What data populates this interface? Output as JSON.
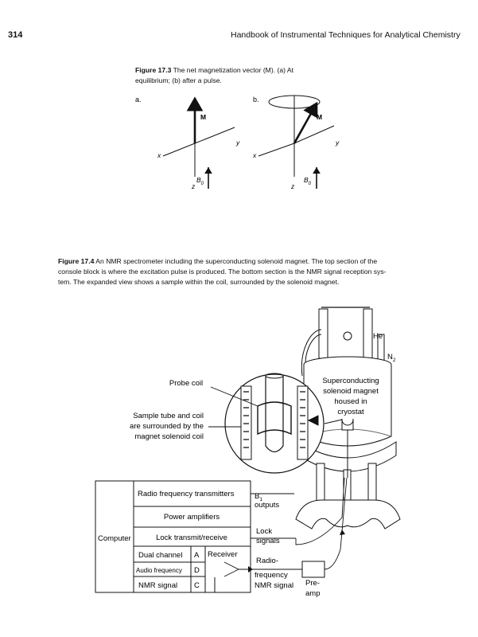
{
  "header": {
    "page_number": "314",
    "running_title": "Handbook of Instrumental Techniques for Analytical Chemistry"
  },
  "figure_17_3": {
    "label": "Figure 17.3",
    "caption_line1": "The net magnetization vector (M). (a) At",
    "caption_line2": "equilibrium; (b) after a pulse.",
    "panel_a": "a.",
    "panel_b": "b.",
    "vector": "M",
    "axis_x": "x",
    "axis_y": "y",
    "axis_z": "z",
    "field": "B",
    "field_sub": "0"
  },
  "figure_17_4": {
    "label": "Figure 17.4",
    "caption_line1": "An NMR spectrometer including the superconducting solenoid magnet. The top section of the",
    "caption_line2": "console block is where the excitation pulse is produced. The bottom section is the NMR signal reception sys-",
    "caption_line3": "tem. The expanded view shows a sample within the coil, surrounded by the solenoid magnet.",
    "he": "He",
    "n2": "N",
    "n2_sub": "2",
    "probe_coil": "Probe coil",
    "sample_line1": "Sample tube and coil",
    "sample_line2": "are surrounded by the",
    "sample_line3": "magnet solenoid coil",
    "magnet_line1": "Superconducting",
    "magnet_line2": "solenoid magnet",
    "magnet_line3": "housed in",
    "magnet_line4": "cryostat",
    "rf_transmitters": "Radio frequency transmitters",
    "power_amplifiers": "Power amplifiers",
    "lock": "Lock transmit/receive",
    "computer": "Computer",
    "dual_channel": "Dual channel",
    "audio_frequency": "Audio frequency",
    "nmr_signal": "NMR signal",
    "ch_a": "A",
    "ch_d": "D",
    "ch_c": "C",
    "receiver": "Receiver",
    "b1": "B",
    "b1_sub": "1",
    "outputs": "outputs",
    "lock_signals_1": "Lock",
    "lock_signals_2": "signals",
    "rf_nmr_1": "Radio-",
    "rf_nmr_2": "frequency",
    "rf_nmr_3": "NMR signal",
    "preamp_1": "Pre-",
    "preamp_2": "amp"
  }
}
